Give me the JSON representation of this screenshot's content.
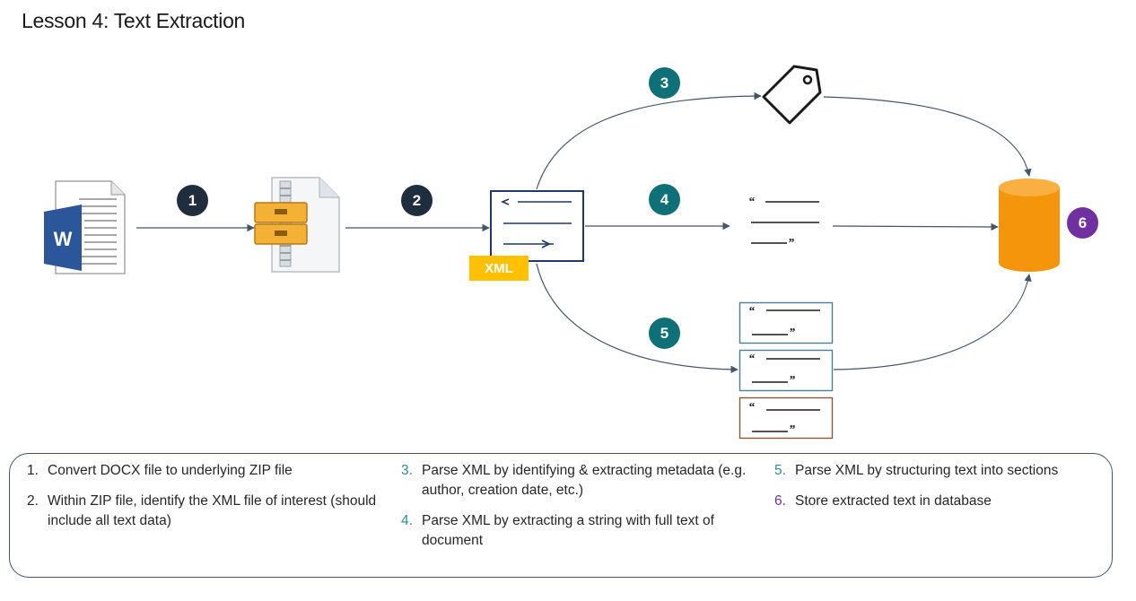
{
  "title": "Lesson 4: Text Extraction",
  "colors": {
    "dark_circle": "#1f2d3d",
    "teal_circle": "#0f7078",
    "purple_circle": "#7030a0",
    "xml_tag": "#ffc000",
    "database": "#f5950b",
    "arrow": "#44546a"
  },
  "steps": {
    "s1": "1",
    "s2": "2",
    "s3": "3",
    "s4": "4",
    "s5": "5",
    "s6": "6"
  },
  "icons": {
    "word": "word-document-icon",
    "zip": "zip-archive-icon",
    "xml": "xml-file-icon",
    "tag": "tag-icon",
    "text": "text-string-icon",
    "db": "database-icon"
  },
  "xml_label": "XML",
  "quotes": {
    "open": "“",
    "close": "”"
  },
  "legend": [
    {
      "num": "1.",
      "text": "Convert DOCX file to underlying ZIP file",
      "color": "#262626"
    },
    {
      "num": "2.",
      "text": "Within ZIP file, identify the XML file of interest (should include all text data)",
      "color": "#262626"
    },
    {
      "num": "3.",
      "text": "Parse XML by identifying & extracting metadata (e.g. author, creation date, etc.)",
      "color": "#2e8a93"
    },
    {
      "num": "4.",
      "text": "Parse XML by extracting a string with full text of document",
      "color": "#2e8a93"
    },
    {
      "num": "5.",
      "text": "Parse XML by structuring text into sections",
      "color": "#2e8a93"
    },
    {
      "num": "6.",
      "text": "Store extracted text in database",
      "color": "#7030a0"
    }
  ]
}
